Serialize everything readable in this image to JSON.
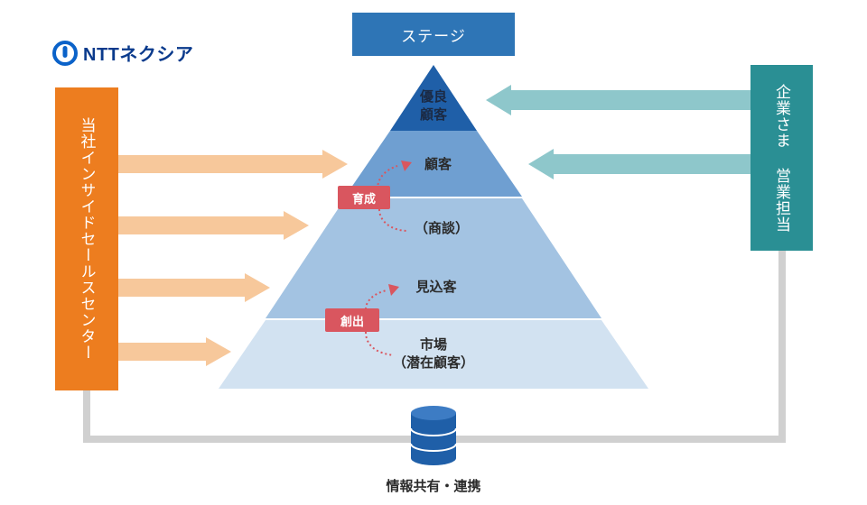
{
  "header": {
    "stage_label": "ステージ"
  },
  "logo": {
    "text": "NTTネクシア"
  },
  "left_box": {
    "label": "当社インサイドセールスセンター"
  },
  "right_box": {
    "label": "企業さま 営業担当"
  },
  "pyramid": {
    "levels": [
      {
        "label": "優良\n顧客"
      },
      {
        "label": "顧客"
      },
      {
        "label": "（商談）"
      },
      {
        "label": "見込客"
      },
      {
        "label": "市場\n（潜在顧客）"
      }
    ]
  },
  "tags": {
    "nurture": "育成",
    "create": "創出"
  },
  "bottom": {
    "label": "情報共有・連携"
  },
  "colors": {
    "stage_header": "#2e75b6",
    "tier1": "#1f5fa8",
    "tier2": "#6f9fd1",
    "tier3": "#a3c3e2",
    "tier4": "#d2e2f1",
    "left_box": "#ed7d1f",
    "left_arrows": "#f7c89b",
    "right_box": "#2a8f94",
    "right_arrows": "#8ec7cb",
    "tag": "#d9565f",
    "connector": "#d0d0d0",
    "database": "#1f5fa8"
  }
}
